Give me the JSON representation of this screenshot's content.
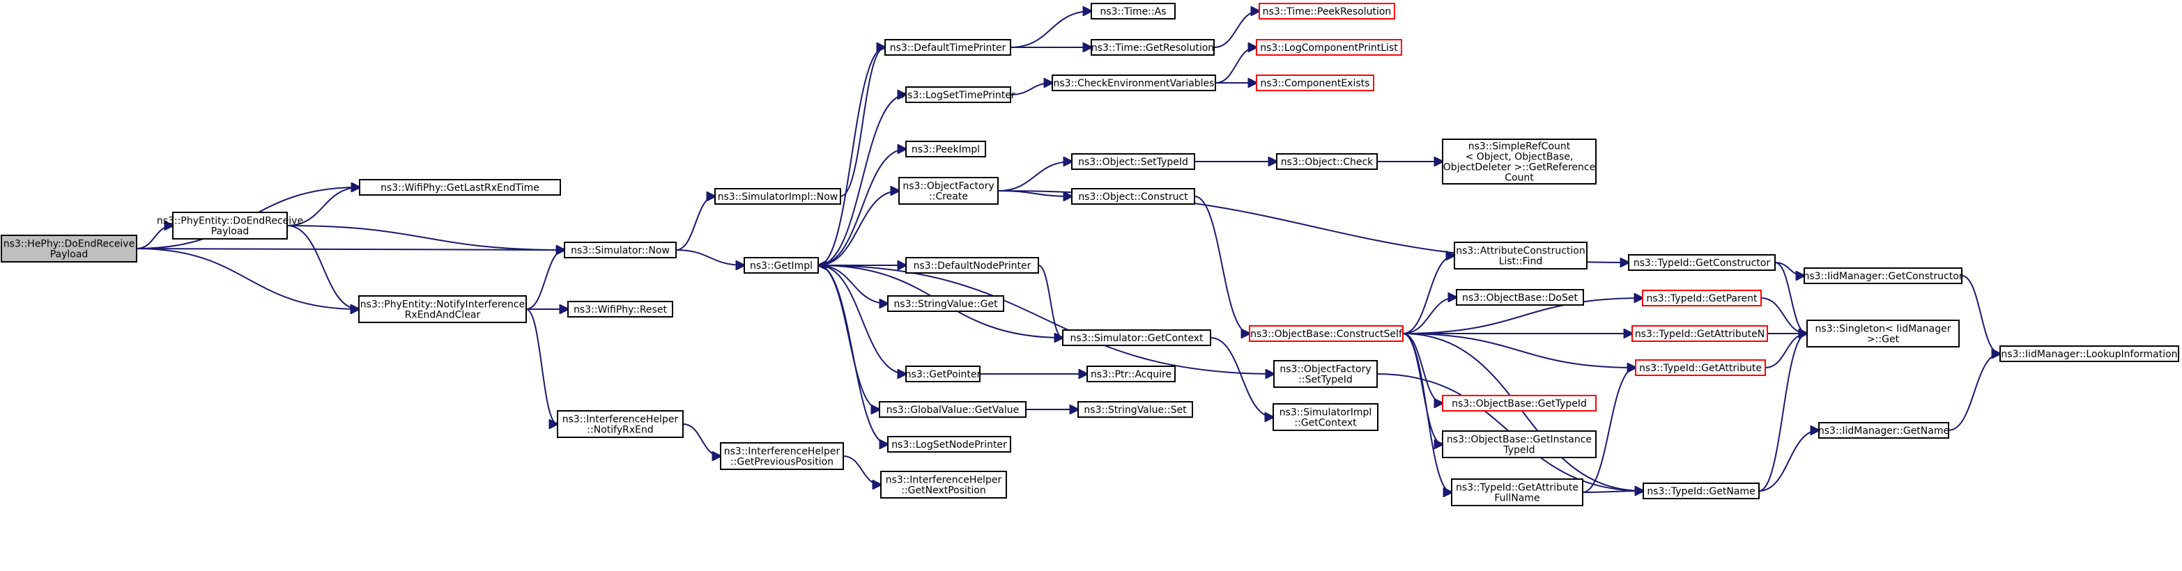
{
  "colors": {
    "edge": "#191970",
    "node_border": "#000000",
    "node_border_truncated": "#ff0000",
    "root_fill": "#bfbfbf",
    "node_fill": "#ffffff"
  },
  "nodes": [
    {
      "id": "root",
      "label": "ns3::HePhy::DoEndReceive\nPayload",
      "root": true
    },
    {
      "id": "wifiGetLastRx",
      "label": "ns3::WifiPhy::GetLastRxEndTime"
    },
    {
      "id": "phyDoEnd",
      "label": "ns3::PhyEntity::DoEndReceive\nPayload"
    },
    {
      "id": "simNow",
      "label": "ns3::Simulator::Now"
    },
    {
      "id": "phyNotify",
      "label": "ns3::PhyEntity::NotifyInterference\nRxEndAndClear"
    },
    {
      "id": "wifiReset",
      "label": "ns3::WifiPhy::Reset"
    },
    {
      "id": "ihNotifyRx",
      "label": "ns3::InterferenceHelper\n::NotifyRxEnd"
    },
    {
      "id": "ihGetPrev",
      "label": "ns3::InterferenceHelper\n::GetPreviousPosition"
    },
    {
      "id": "ihGetNext",
      "label": "ns3::InterferenceHelper\n::GetNextPosition"
    },
    {
      "id": "simImplNow",
      "label": "ns3::SimulatorImpl::Now"
    },
    {
      "id": "getImpl",
      "label": "ns3::GetImpl"
    },
    {
      "id": "defTimePrinter",
      "label": "ns3::DefaultTimePrinter"
    },
    {
      "id": "timeAs",
      "label": "ns3::Time::As"
    },
    {
      "id": "timeGetRes",
      "label": "ns3::Time::GetResolution"
    },
    {
      "id": "timePeekRes",
      "label": "ns3::Time::PeekResolution",
      "truncated": true
    },
    {
      "id": "logSetTimePrinter",
      "label": "ns3::LogSetTimePrinter"
    },
    {
      "id": "checkEnv",
      "label": "ns3::CheckEnvironmentVariables"
    },
    {
      "id": "logCompPrintList",
      "label": "ns3::LogComponentPrintList",
      "truncated": true
    },
    {
      "id": "compExists",
      "label": "ns3::ComponentExists",
      "truncated": true
    },
    {
      "id": "peekImpl",
      "label": "ns3::PeekImpl"
    },
    {
      "id": "objFactCreate",
      "label": "ns3::ObjectFactory\n::Create"
    },
    {
      "id": "objSetTypeId",
      "label": "ns3::Object::SetTypeId"
    },
    {
      "id": "objCheck",
      "label": "ns3::Object::Check"
    },
    {
      "id": "simpleRef",
      "label": "ns3::SimpleRefCount\n< Object, ObjectBase,\nObjectDeleter >::GetReference\nCount"
    },
    {
      "id": "objConstruct",
      "label": "ns3::Object::Construct"
    },
    {
      "id": "defNodePrinter",
      "label": "ns3::DefaultNodePrinter"
    },
    {
      "id": "strValGet",
      "label": "ns3::StringValue::Get"
    },
    {
      "id": "simGetCtx",
      "label": "ns3::Simulator::GetContext"
    },
    {
      "id": "getPointer",
      "label": "ns3::GetPointer"
    },
    {
      "id": "ptrAcquire",
      "label": "ns3::Ptr::Acquire"
    },
    {
      "id": "globalGetVal",
      "label": "ns3::GlobalValue::GetValue"
    },
    {
      "id": "strValSet",
      "label": "ns3::StringValue::Set"
    },
    {
      "id": "logSetNodePrinter",
      "label": "ns3::LogSetNodePrinter"
    },
    {
      "id": "attrConstrFind",
      "label": "ns3::AttributeConstruction\nList::Find"
    },
    {
      "id": "objBaseDoSet",
      "label": "ns3::ObjectBase::DoSet"
    },
    {
      "id": "objBaseConstructSelf",
      "label": "ns3::ObjectBase::ConstructSelf",
      "truncated": true
    },
    {
      "id": "objFactSetTypeId",
      "label": "ns3::ObjectFactory\n::SetTypeId"
    },
    {
      "id": "simImplGetCtx",
      "label": "ns3::SimulatorImpl\n::GetContext"
    },
    {
      "id": "objBaseGetTypeId",
      "label": "ns3::ObjectBase::GetTypeId",
      "truncated": true
    },
    {
      "id": "objBaseGetInst",
      "label": "ns3::ObjectBase::GetInstance\nTypeId"
    },
    {
      "id": "typeIdGetAttrFull",
      "label": "ns3::TypeId::GetAttribute\nFullName"
    },
    {
      "id": "typeIdGetCtor",
      "label": "ns3::TypeId::GetConstructor"
    },
    {
      "id": "typeIdGetParent",
      "label": "ns3::TypeId::GetParent",
      "truncated": true
    },
    {
      "id": "typeIdGetAttrN",
      "label": "ns3::TypeId::GetAttributeN",
      "truncated": true
    },
    {
      "id": "typeIdGetAttr",
      "label": "ns3::TypeId::GetAttribute",
      "truncated": true
    },
    {
      "id": "typeIdGetName",
      "label": "ns3::TypeId::GetName"
    },
    {
      "id": "iidGetCtor",
      "label": "ns3::IidManager::GetConstructor"
    },
    {
      "id": "singletonGet",
      "label": "ns3::Singleton< IidManager\n>::Get"
    },
    {
      "id": "iidGetName",
      "label": "ns3::IidManager::GetName"
    },
    {
      "id": "iidLookup",
      "label": "ns3::IidManager::LookupInformation"
    }
  ],
  "edges": [
    [
      "root",
      "wifiGetLastRx"
    ],
    [
      "root",
      "phyDoEnd"
    ],
    [
      "root",
      "simNow"
    ],
    [
      "root",
      "phyNotify"
    ],
    [
      "phyDoEnd",
      "wifiGetLastRx"
    ],
    [
      "phyDoEnd",
      "simNow"
    ],
    [
      "phyDoEnd",
      "phyNotify"
    ],
    [
      "phyNotify",
      "simNow"
    ],
    [
      "phyNotify",
      "wifiReset"
    ],
    [
      "phyNotify",
      "ihNotifyRx"
    ],
    [
      "ihNotifyRx",
      "ihGetPrev"
    ],
    [
      "ihGetPrev",
      "ihGetNext"
    ],
    [
      "simNow",
      "simImplNow"
    ],
    [
      "simNow",
      "getImpl"
    ],
    [
      "simImplNow",
      "defTimePrinter"
    ],
    [
      "defTimePrinter",
      "timeAs"
    ],
    [
      "defTimePrinter",
      "timeGetRes"
    ],
    [
      "timeGetRes",
      "timePeekRes"
    ],
    [
      "getImpl",
      "defTimePrinter"
    ],
    [
      "getImpl",
      "logSetTimePrinter"
    ],
    [
      "getImpl",
      "peekImpl"
    ],
    [
      "getImpl",
      "objFactCreate"
    ],
    [
      "getImpl",
      "defNodePrinter"
    ],
    [
      "getImpl",
      "strValGet"
    ],
    [
      "getImpl",
      "getPointer"
    ],
    [
      "getImpl",
      "globalGetVal"
    ],
    [
      "getImpl",
      "logSetNodePrinter"
    ],
    [
      "getImpl",
      "objFactSetTypeId"
    ],
    [
      "logSetTimePrinter",
      "checkEnv"
    ],
    [
      "checkEnv",
      "logCompPrintList"
    ],
    [
      "checkEnv",
      "compExists"
    ],
    [
      "objFactCreate",
      "typeIdGetCtor"
    ],
    [
      "objFactCreate",
      "objSetTypeId"
    ],
    [
      "objFactCreate",
      "objConstruct"
    ],
    [
      "objSetTypeId",
      "objCheck"
    ],
    [
      "objCheck",
      "simpleRef"
    ],
    [
      "objConstruct",
      "objBaseConstructSelf"
    ],
    [
      "defNodePrinter",
      "simGetCtx"
    ],
    [
      "simGetCtx",
      "getImpl"
    ],
    [
      "simGetCtx",
      "simImplGetCtx"
    ],
    [
      "getPointer",
      "ptrAcquire"
    ],
    [
      "globalGetVal",
      "strValSet"
    ],
    [
      "objBaseConstructSelf",
      "typeIdGetParent"
    ],
    [
      "objBaseConstructSelf",
      "attrConstrFind"
    ],
    [
      "objBaseConstructSelf",
      "objBaseDoSet"
    ],
    [
      "objBaseConstructSelf",
      "typeIdGetAttrN"
    ],
    [
      "objBaseConstructSelf",
      "typeIdGetAttr"
    ],
    [
      "objBaseConstructSelf",
      "objBaseGetTypeId"
    ],
    [
      "objBaseConstructSelf",
      "objBaseGetInst"
    ],
    [
      "objBaseConstructSelf",
      "typeIdGetAttrFull"
    ],
    [
      "objBaseConstructSelf",
      "typeIdGetName"
    ],
    [
      "objFactSetTypeId",
      "typeIdGetName"
    ],
    [
      "typeIdGetCtor",
      "iidGetCtor"
    ],
    [
      "typeIdGetCtor",
      "singletonGet"
    ],
    [
      "typeIdGetParent",
      "singletonGet"
    ],
    [
      "typeIdGetAttrN",
      "singletonGet"
    ],
    [
      "typeIdGetAttr",
      "singletonGet"
    ],
    [
      "typeIdGetAttrFull",
      "typeIdGetAttr"
    ],
    [
      "typeIdGetAttrFull",
      "typeIdGetName"
    ],
    [
      "typeIdGetName",
      "singletonGet"
    ],
    [
      "typeIdGetName",
      "iidGetName"
    ],
    [
      "iidGetCtor",
      "iidLookup"
    ],
    [
      "iidGetName",
      "iidLookup"
    ]
  ]
}
